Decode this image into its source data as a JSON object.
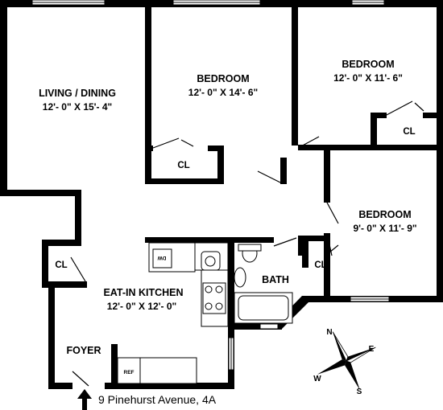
{
  "rooms": {
    "living": {
      "name": "LIVING / DINING",
      "dims": "12'- 0\" X 15'- 4\""
    },
    "bedroom1": {
      "name": "BEDROOM",
      "dims": "12'- 0\" X 14'- 6\""
    },
    "bedroom2": {
      "name": "BEDROOM",
      "dims": "12'- 0\" X 11'- 6\""
    },
    "bedroom3": {
      "name": "BEDROOM",
      "dims": "9'- 0\" X 11'- 9\""
    },
    "kitchen": {
      "name": "EAT-IN KITCHEN",
      "dims": "12'- 0\" X 12'- 0\""
    },
    "bath": {
      "name": "BATH"
    },
    "foyer": {
      "name": "FOYER"
    }
  },
  "closets": [
    "CL",
    "CL",
    "CL",
    "CL"
  ],
  "appliances": {
    "dishwasher": "DW",
    "refrigerator": "REF"
  },
  "compass": {
    "n": "N",
    "e": "E",
    "s": "S",
    "w": "W"
  },
  "address": "9 Pinehurst Avenue, 4A"
}
